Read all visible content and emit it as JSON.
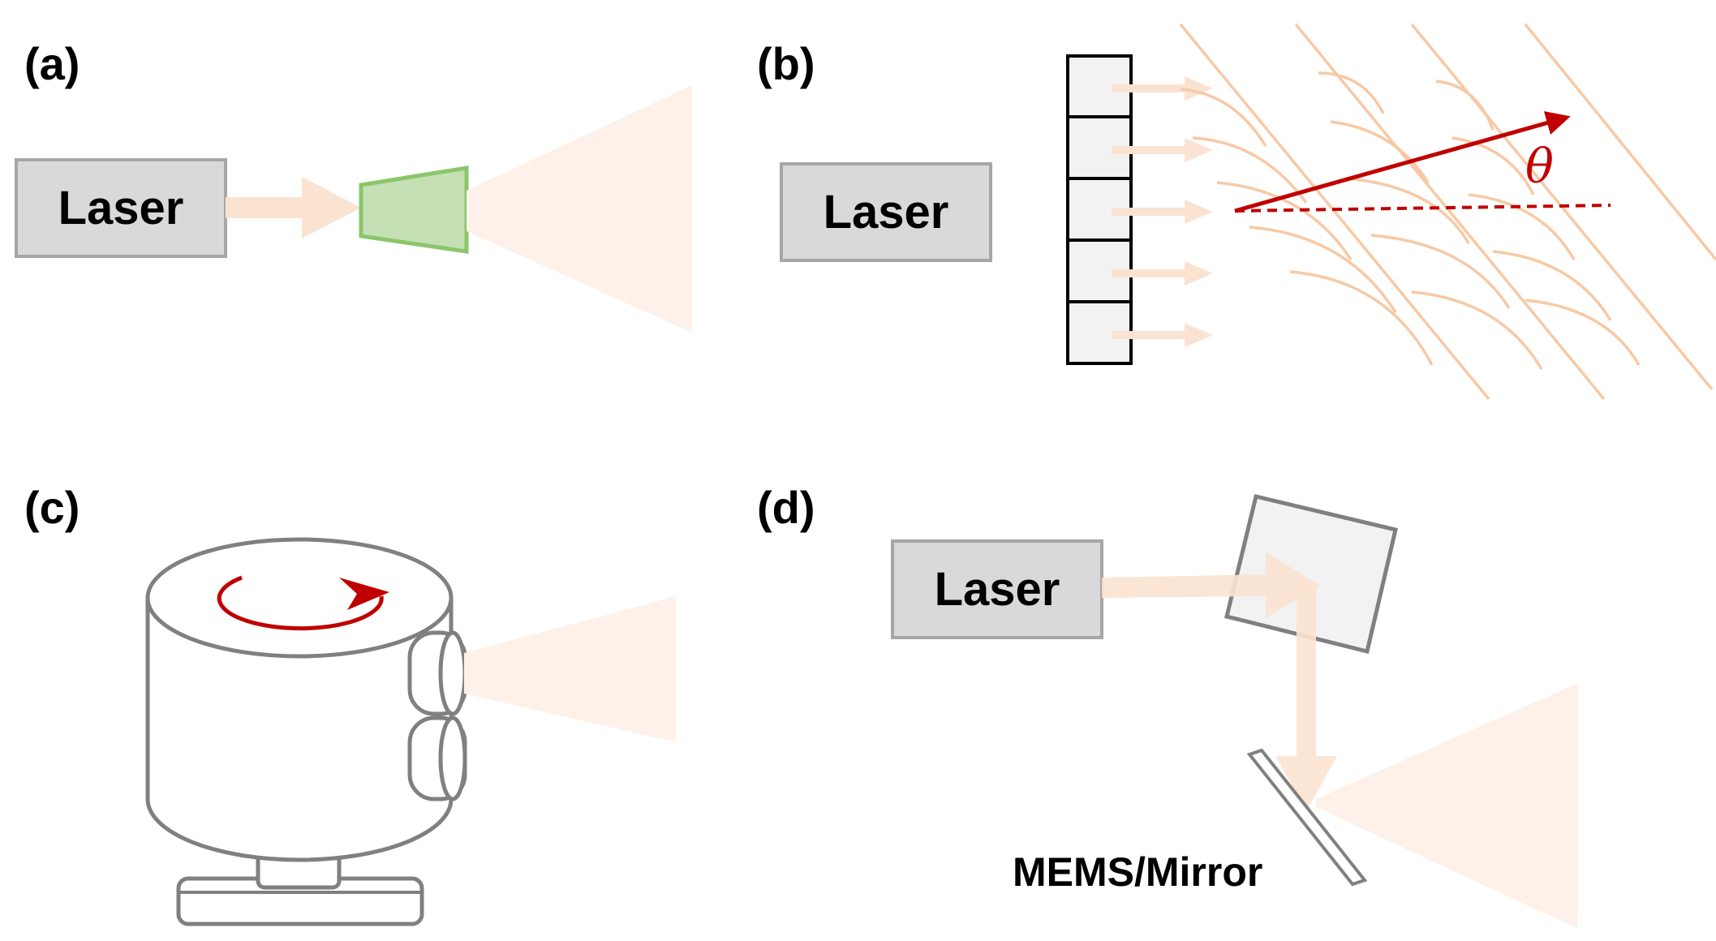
{
  "panels": {
    "a": {
      "label": "(a)",
      "laser_label": "Laser"
    },
    "b": {
      "label": "(b)",
      "laser_label": "Laser",
      "angle_symbol": "θ"
    },
    "c": {
      "label": "(c)"
    },
    "d": {
      "label": "(d)",
      "laser_label": "Laser",
      "mirror_label": "MEMS/Mirror"
    }
  },
  "colors": {
    "beam": "#fbe3d2",
    "beam_fan": "#fdf1ea",
    "wave": "#f7c9a6",
    "box_fill": "#d9d9d9",
    "box_stroke": "#a6a6a6",
    "lens_fill": "#c5e0b4",
    "lens_stroke": "#8cc56b",
    "steer": "#c00000",
    "outline": "#808080",
    "mems_fill": "#f2f2f2"
  }
}
